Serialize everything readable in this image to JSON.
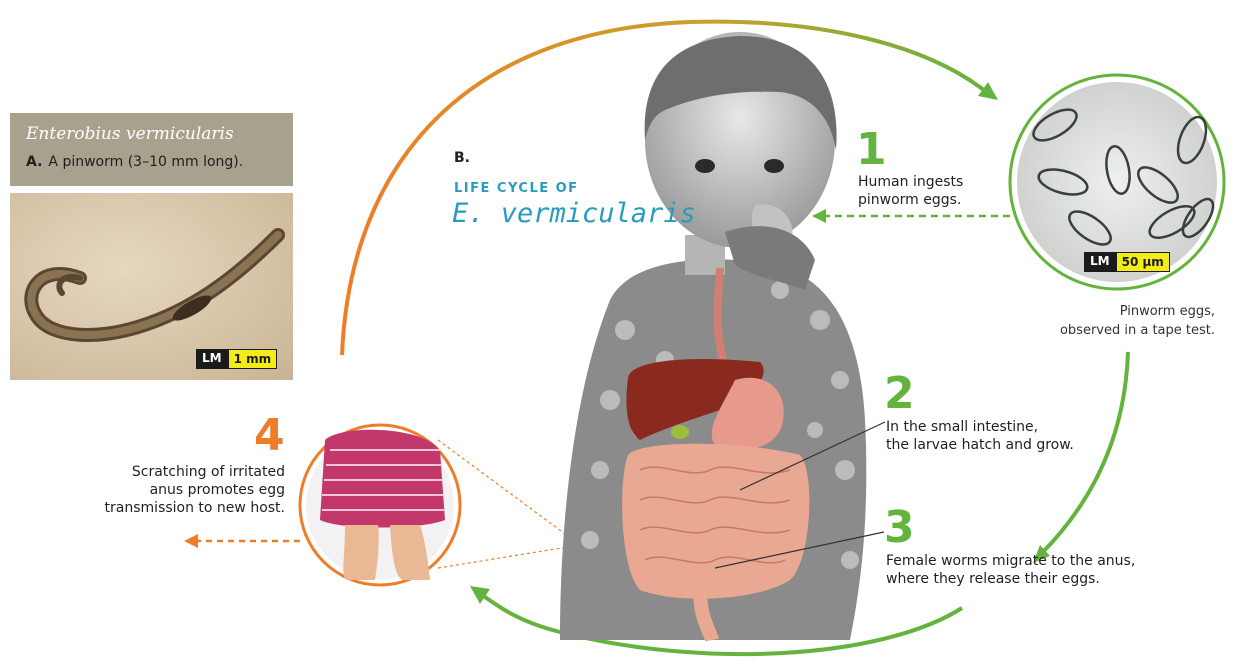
{
  "panel_a": {
    "species": "Enterobius vermicularis",
    "letter": "A.",
    "caption": "A pinworm (3–10 mm long).",
    "badge": {
      "lm": "LM",
      "scale": "1 mm"
    }
  },
  "panel_b": {
    "letter": "B.",
    "title_line1": "LIFE CYCLE OF",
    "title_line2": "E. vermicularis"
  },
  "steps": [
    {
      "number": "1",
      "line1": "Human ingests",
      "line2": "pinworm eggs."
    },
    {
      "number": "2",
      "line1": "In the small intestine,",
      "line2": "the larvae hatch and grow."
    },
    {
      "number": "3",
      "line1": "Female worms migrate to the anus,",
      "line2": "where they release their eggs."
    },
    {
      "number": "4",
      "line1": "Scratching of irritated",
      "line2": "anus promotes egg",
      "line3": "transmission to new host."
    }
  ],
  "eggs": {
    "badge": {
      "lm": "LM",
      "scale": "50 µm"
    },
    "caption_line1": "Pinworm eggs,",
    "caption_line2": "observed in a tape test."
  },
  "colors": {
    "green": "#64b33f",
    "orange": "#ee7d2a",
    "title_blue": "#2b9bbd",
    "panel_header": "#a7a18e"
  }
}
